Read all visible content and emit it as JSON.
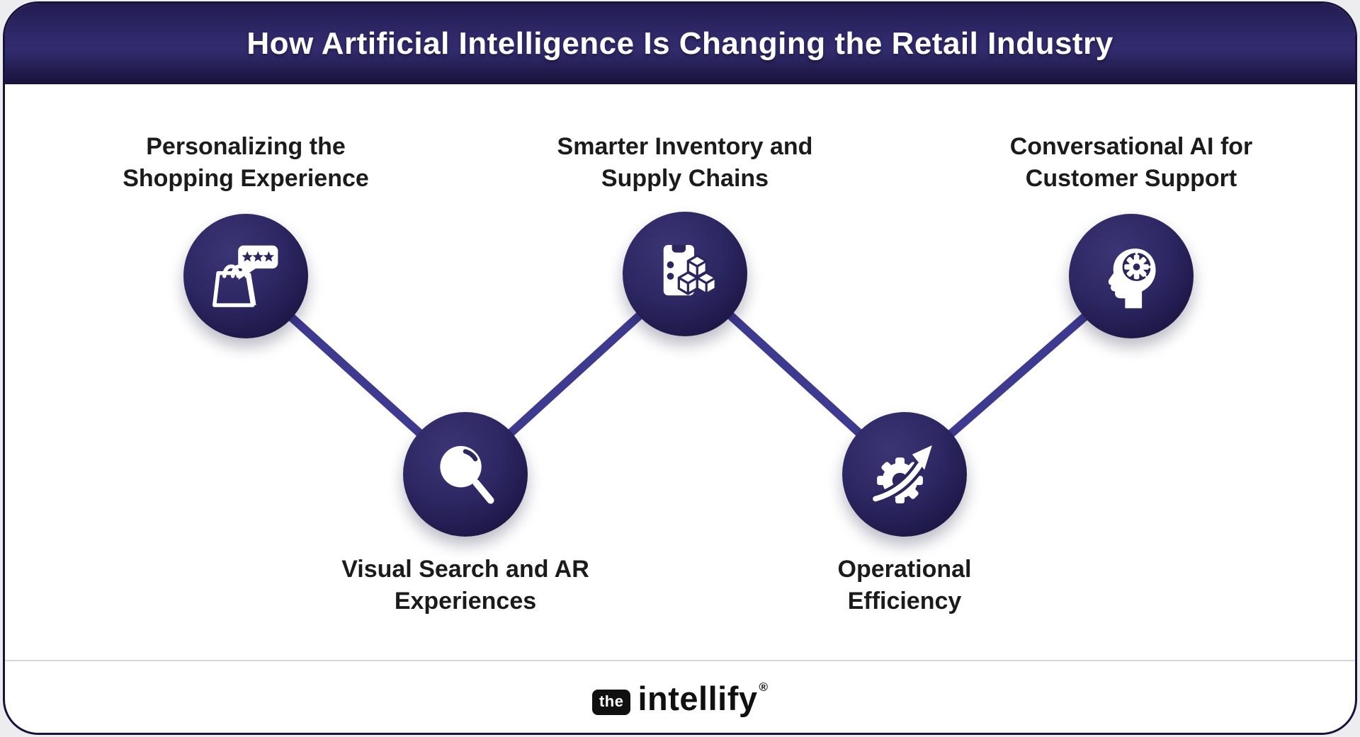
{
  "header": {
    "title": "How Artificial Intelligence Is Changing the Retail Industry"
  },
  "nodes": [
    {
      "line1": "Personalizing the",
      "line2": "Shopping Experience",
      "icon": "shopping-bag-rating-icon"
    },
    {
      "line1": "Visual Search and AR",
      "line2": "Experiences",
      "icon": "magnifier-icon"
    },
    {
      "line1": "Smarter Inventory and",
      "line2": "Supply Chains",
      "icon": "inventory-clipboard-cubes-icon"
    },
    {
      "line1": "Operational",
      "line2": "Efficiency",
      "icon": "gear-growth-arrow-icon"
    },
    {
      "line1": "Conversational AI for",
      "line2": "Customer Support",
      "icon": "head-gear-ai-icon"
    }
  ],
  "footer": {
    "logo_prefix": "the",
    "logo_name": "intellify",
    "logo_registered": "®"
  },
  "colors": {
    "banner": "#2f296a",
    "circle": "#2b265e",
    "connector": "#3e3a8f",
    "label_text": "#1b1b1b",
    "logo_black": "#101010"
  }
}
